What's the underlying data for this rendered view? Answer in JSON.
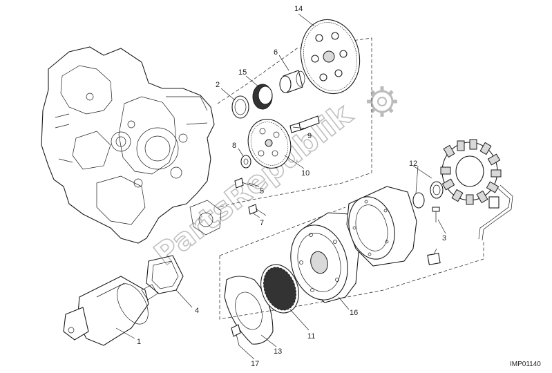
{
  "diagram": {
    "reference_code": "IMP01140",
    "watermark": "PartsRepublik",
    "callouts": [
      "1",
      "2",
      "3",
      "4",
      "5",
      "6",
      "7",
      "8",
      "9",
      "10",
      "11",
      "12",
      "13",
      "14",
      "15",
      "16",
      "17"
    ]
  }
}
